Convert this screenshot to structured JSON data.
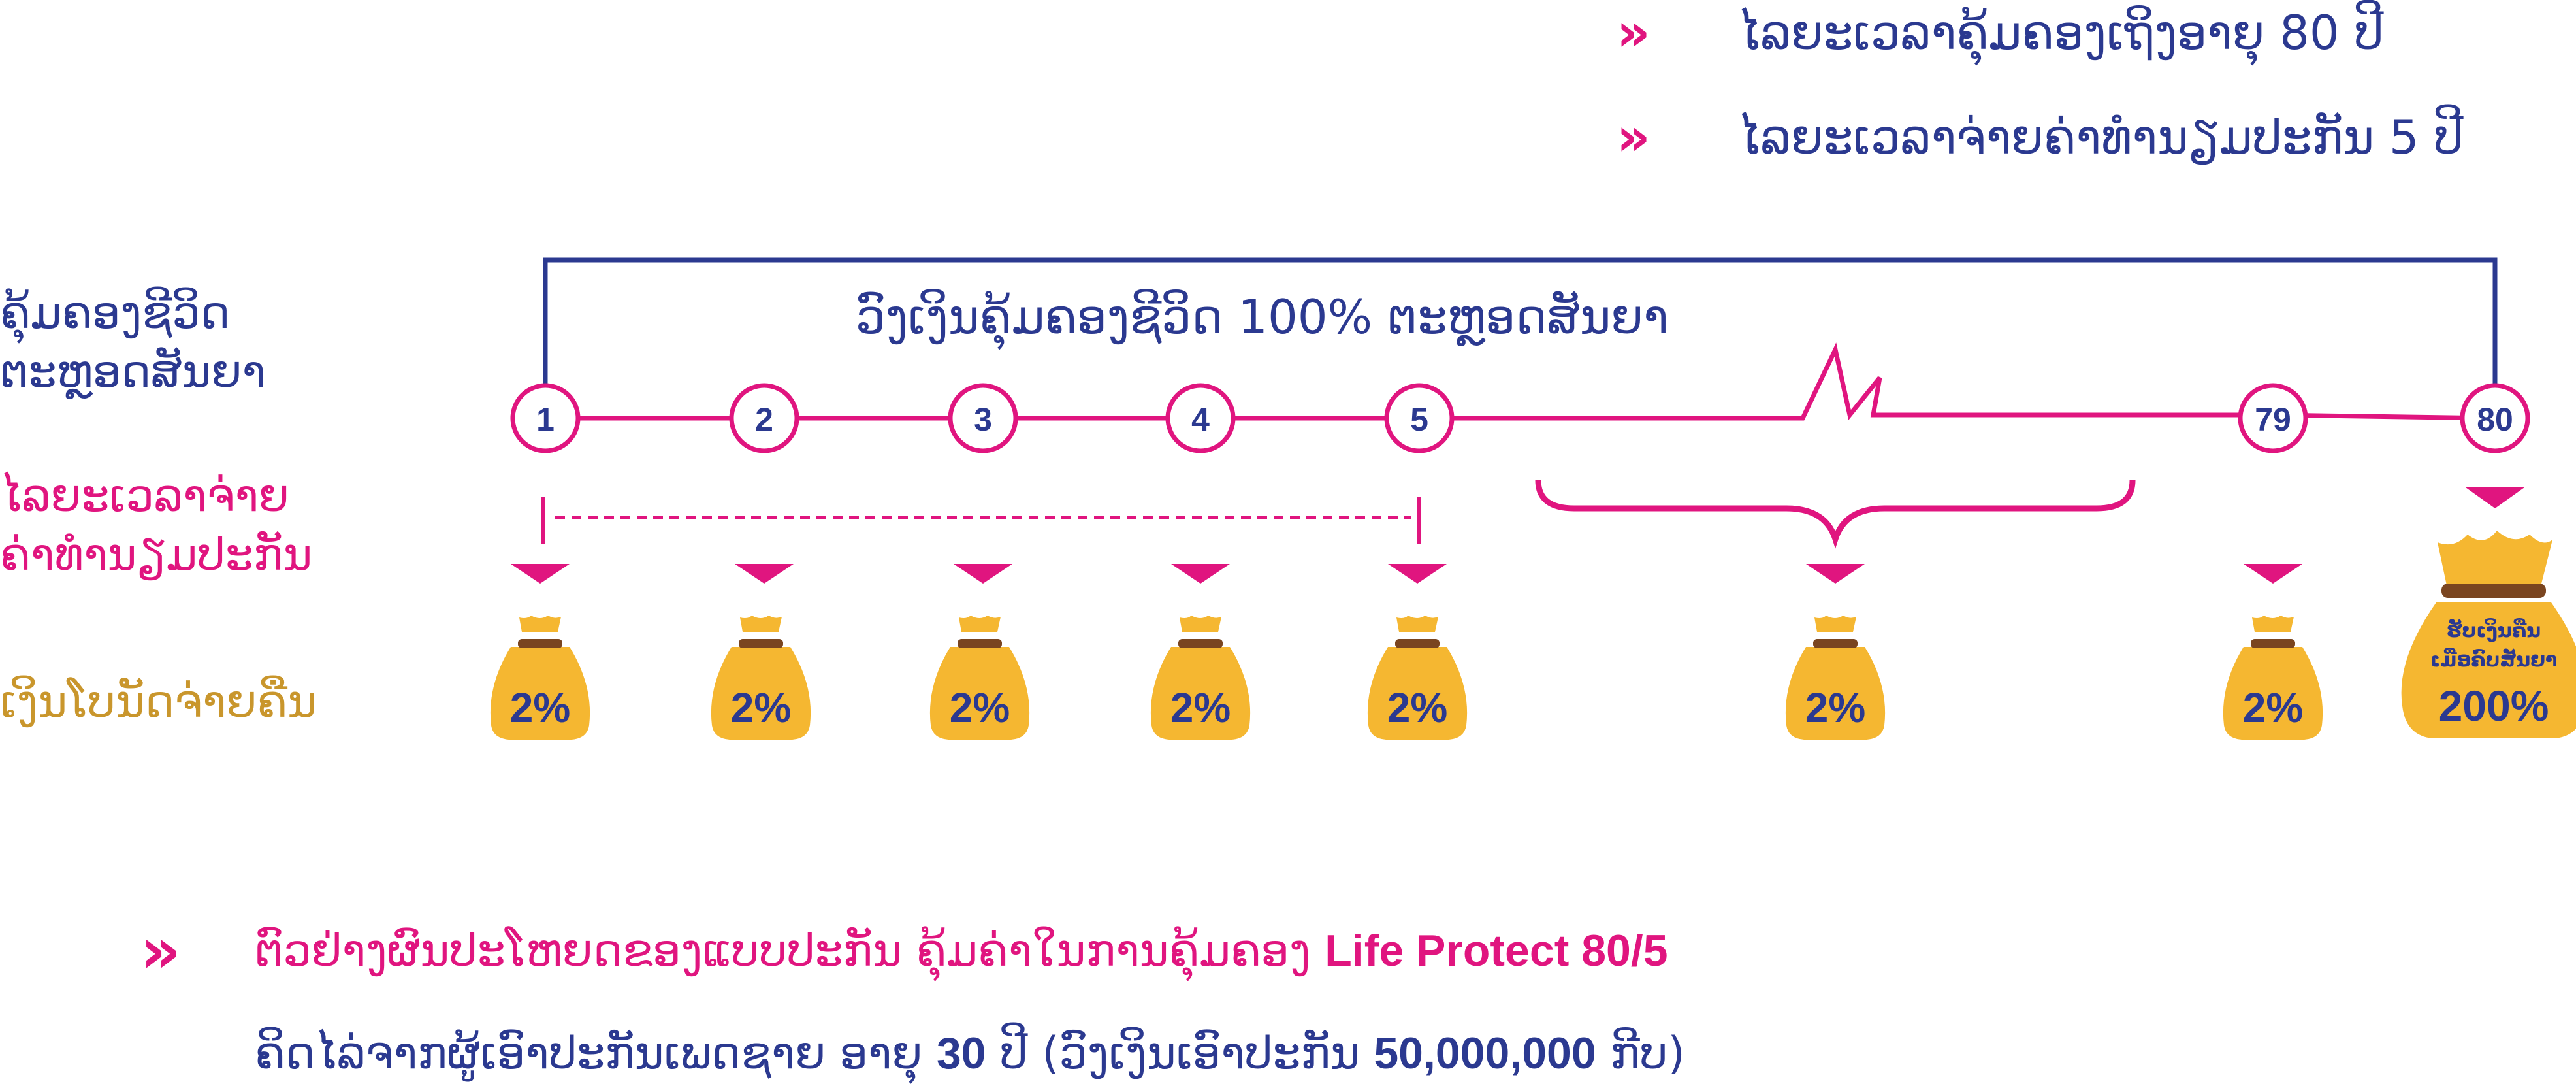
{
  "header": {
    "line1": "ໄລຍະເວລາຄຸ້ມຄອງເຖິງອາຍຸ 80 ປີ",
    "line2": "ໄລຍະເວລາຈ່າຍຄ່າທຳນຽມປະກັນ 5 ປີ"
  },
  "left_labels": {
    "coverage_line1": "ຄຸ້ມຄອງຊີວິດ",
    "coverage_line2": "ຕະຫຼອດສັນຍາ",
    "payment_line1": "ໄລຍະເວລາຈ່າຍ",
    "payment_line2": "ຄ່າທຳນຽມປະກັນ",
    "cashback": "ເງິນໂບນັດຈ່າຍຄືນ"
  },
  "bracket_label": "ວົງເງິນຄຸ້ມຄອງຊີວິດ 100% ຕະຫຼອດສັນຍາ",
  "years": [
    "1",
    "2",
    "3",
    "4",
    "5",
    "79",
    "80"
  ],
  "bags": {
    "small_label": "2%",
    "final_line1": "ຮັບເງິນຄືນ",
    "final_line2": "ເມື່ອຄົບສັນຍາ",
    "final_label": "200%"
  },
  "footer": {
    "line1_text": "ຕົວຢ່າງຜົນປະໂຫຍດຂອງແບບປະກັນ ຄຸ້ມຄ່າໃນການຄຸ້ມຄອງ",
    "line1_product": "Life Protect 80/5",
    "line2_a": "ຄິດໄລ່ຈາກຜູ້ເອົາປະກັນເພດຊາຍ ອາຍຸ",
    "line2_age": "30",
    "line2_b": "ປີ (ວົງເງິນເອົາປະກັນ",
    "line2_amount": "50,000,000",
    "line2_c": "ກີບ)"
  },
  "colors": {
    "navy": "#2b3990",
    "magenta": "#e0157f",
    "gold": "#f5b731",
    "bag_tie": "#7a4520",
    "label_gold": "#c9962c"
  }
}
